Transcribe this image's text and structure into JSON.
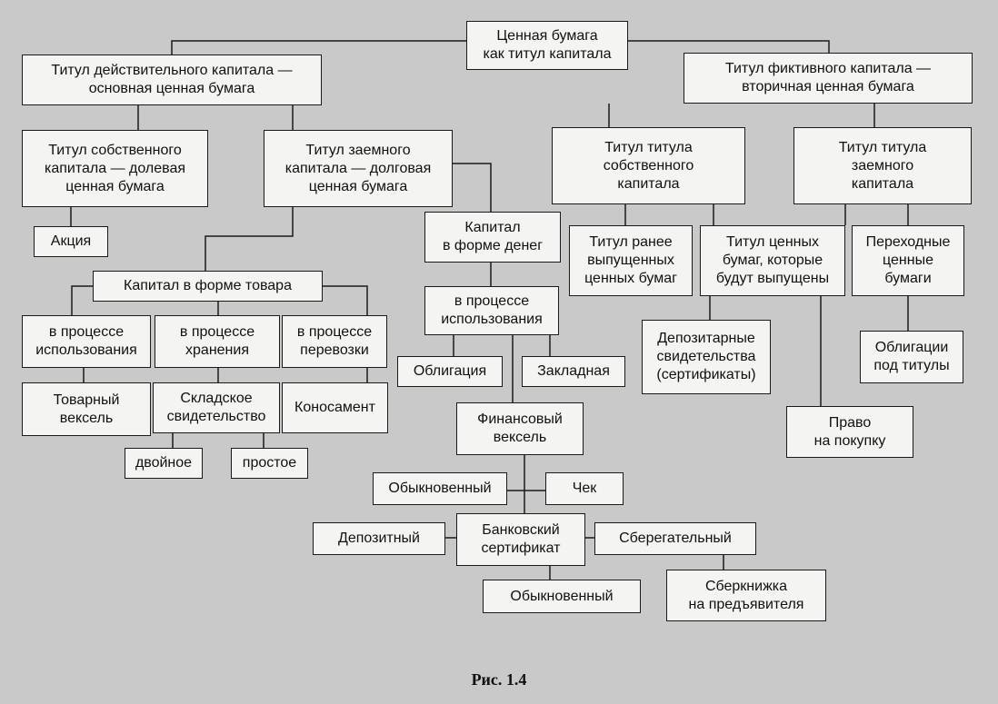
{
  "caption": "Рис. 1.4",
  "colors": {
    "background": "#c9c9c9",
    "box_fill": "#f4f4f2",
    "line": "#1a1a1a"
  },
  "nodes": {
    "root": "Ценная бумага\nкак титул капитала",
    "real": "Титул действительного капитала —\nосновная ценная бумага",
    "fict": "Титул фиктивного капитала —\nвторичная ценная бумага",
    "own": "Титул собственного\nкапитала — долевая\nценная бумага",
    "loan": "Титул заемного\nкапитала — долговая\nценная бумага",
    "tto": "Титул титула\nсобственного\nкапитала",
    "ttl": "Титул титула\nзаемного\nкапитала",
    "share": "Акция",
    "money": "Капитал\nв форме денег",
    "earlier": "Титул ранее\nвыпущенных\nценных бумаг",
    "future": "Титул ценных\nбумаг, которые\nбудут выпущены",
    "trans": "Переходные\nценные\nбумаги",
    "goods": "Капитал в форме товара",
    "use_m": "в процессе\nиспользования",
    "use_g": "в процессе\nиспользования",
    "store": "в процессе\nхранения",
    "transp": "в процессе\nперевозки",
    "deposit_cert": "Депозитарные\nсвидетельства\n(сертификаты)",
    "bonds_tit": "Облигации\nпод титулы",
    "bond": "Облигация",
    "mortgage": "Закладная",
    "tbill": "Товарный\nвексель",
    "warehouse": "Складское\nсвидетельство",
    "bill_lading": "Коносамент",
    "fin_bill": "Финансовый\nвексель",
    "right": "Право\nна покупку",
    "double": "двойное",
    "simple": "простое",
    "ordinary1": "Обыкновенный",
    "check": "Чек",
    "depositn": "Депозитный",
    "bank_cert": "Банковский\nсертификат",
    "savings": "Сберегательный",
    "ordinary2": "Обыкновенный",
    "passbook": "Сберкнижка\nна предъявителя"
  }
}
